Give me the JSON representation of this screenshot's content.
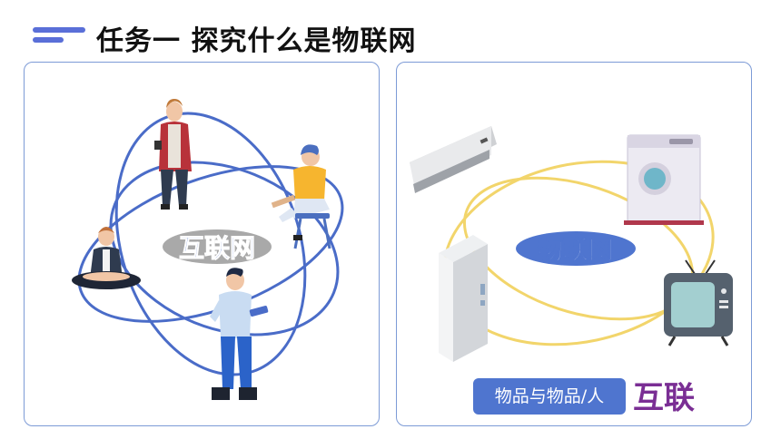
{
  "header": {
    "title": "任务一  探究什么是物联网"
  },
  "left_panel": {
    "center_label": "互联网"
  },
  "right_panel": {
    "center_label": "物联网",
    "caption_box": "物品与物品/人",
    "caption_big": "互联"
  },
  "colors": {
    "accent": "#5a6fd8",
    "panel_border": "#7d9bd6",
    "internet_orbit": "#4a6cc8",
    "iot_orbit": "#f2d56b",
    "caption_box": "#4f75cf",
    "caption_big": "#7a2e94"
  }
}
